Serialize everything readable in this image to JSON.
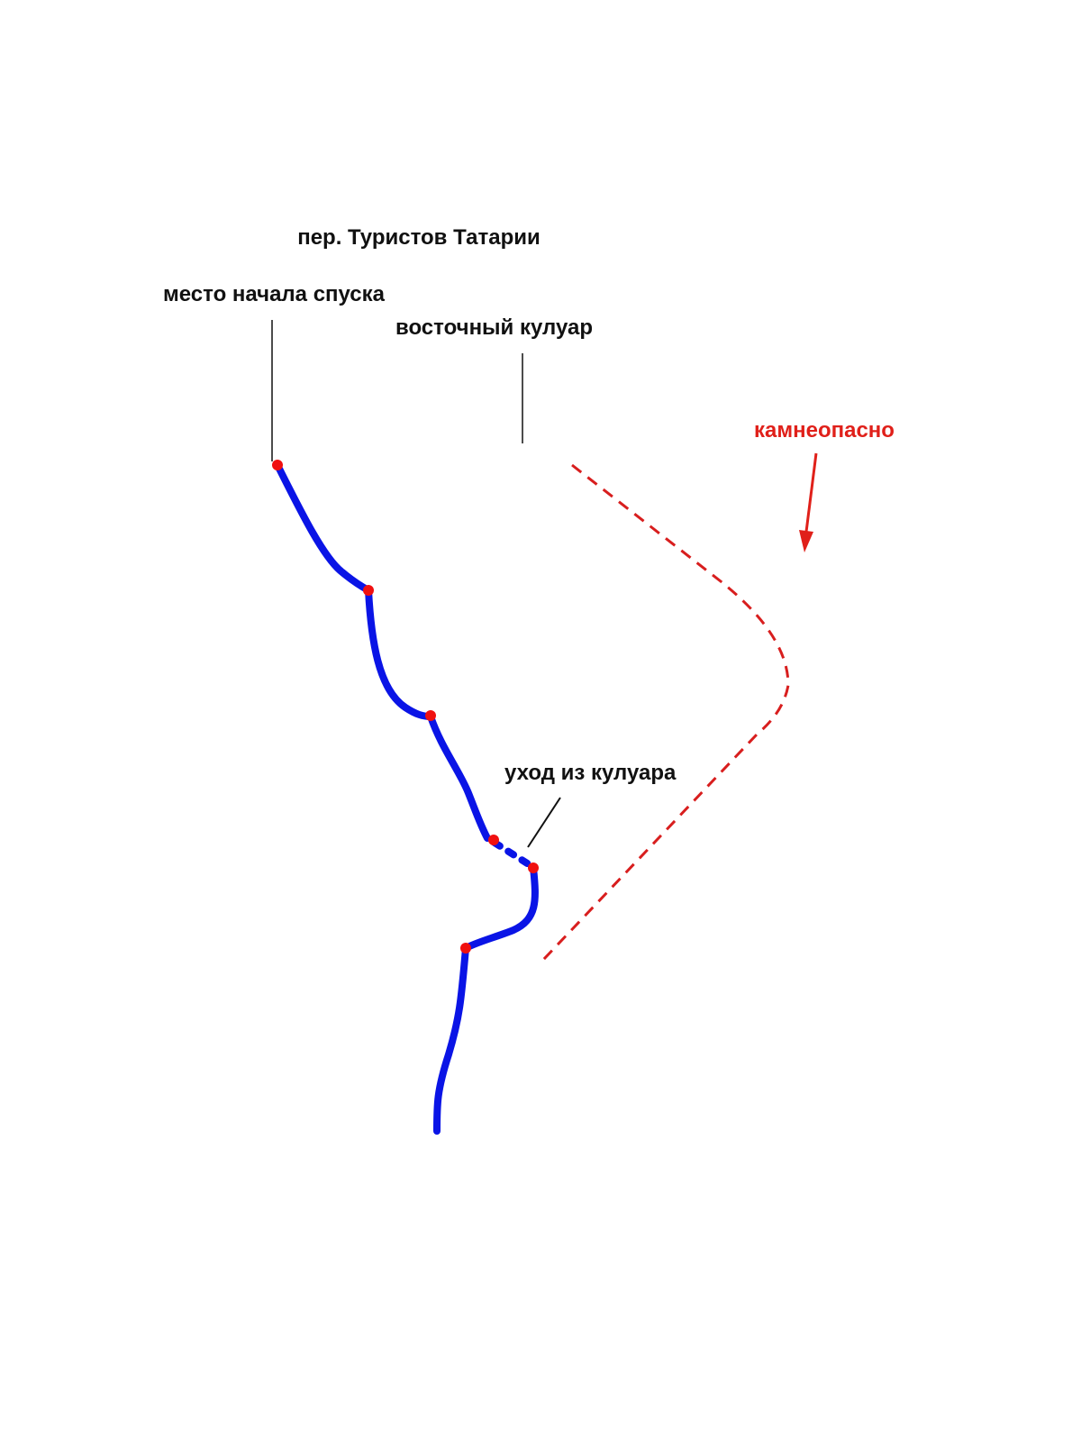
{
  "labels": {
    "pass_name": "пер. Туристов Татарии",
    "descent_start": "место начала спуска",
    "east_couloir": "восточный кулуар",
    "rockfall_danger": "камнеопасно",
    "couloir_exit": "уход из кулуара"
  },
  "colors": {
    "route": "#0a14e6",
    "waypoint": "#f01010",
    "hazard": "#d81e1e",
    "leader": "#111111",
    "text": "#111111"
  }
}
